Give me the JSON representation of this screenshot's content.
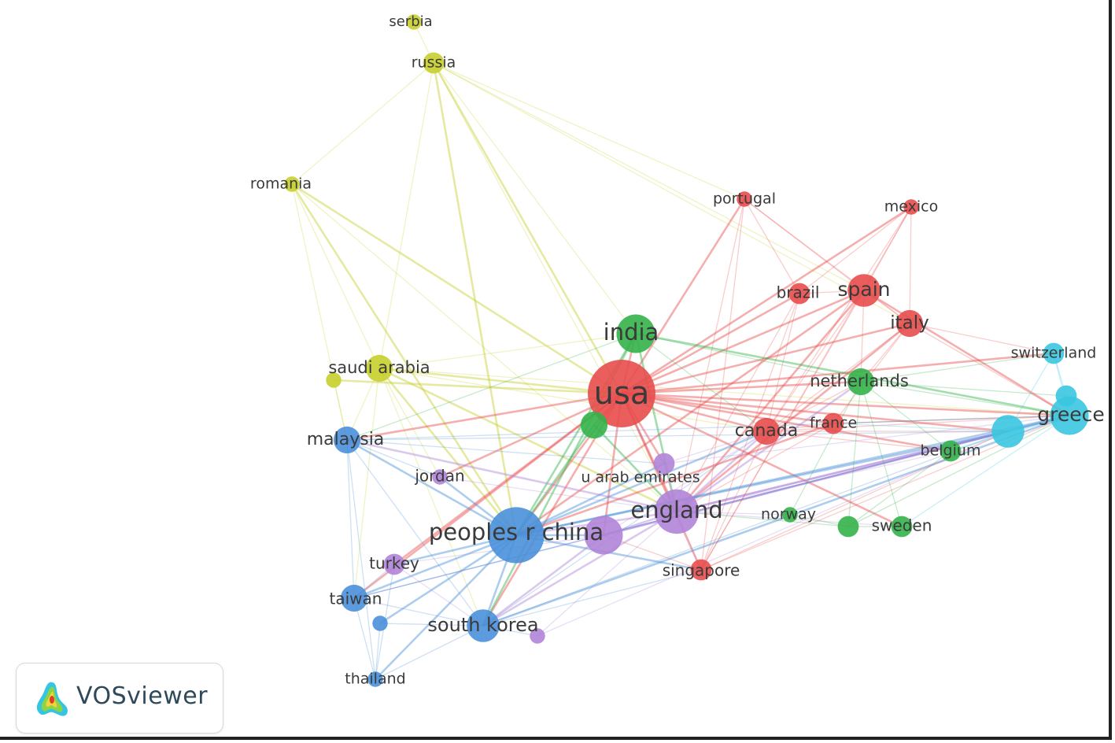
{
  "app": {
    "name": "VOSviewer"
  },
  "logo": {
    "icon": "vosviewer-logo-icon"
  },
  "clusters": {
    "red": "#e84c4c",
    "green": "#34b34a",
    "blue": "#4a90d9",
    "yellow": "#c8cf2e",
    "purple": "#b084d8",
    "cyan": "#3bc6e0"
  },
  "nodes": [
    {
      "id": "serbia",
      "label": "serbia",
      "cluster": "yellow",
      "weight": 1
    },
    {
      "id": "russia",
      "label": "russia",
      "cluster": "yellow",
      "weight": 2
    },
    {
      "id": "romania",
      "label": "romania",
      "cluster": "yellow",
      "weight": 1
    },
    {
      "id": "saudi_arabia",
      "label": "saudi arabia",
      "cluster": "yellow",
      "weight": 3
    },
    {
      "id": "yellow_small",
      "label": "",
      "cluster": "yellow",
      "weight": 1
    },
    {
      "id": "portugal",
      "label": "portugal",
      "cluster": "red",
      "weight": 1
    },
    {
      "id": "mexico",
      "label": "mexico",
      "cluster": "red",
      "weight": 1
    },
    {
      "id": "brazil",
      "label": "brazil",
      "cluster": "red",
      "weight": 2
    },
    {
      "id": "spain",
      "label": "spain",
      "cluster": "red",
      "weight": 4
    },
    {
      "id": "italy",
      "label": "italy",
      "cluster": "red",
      "weight": 3
    },
    {
      "id": "usa",
      "label": "usa",
      "cluster": "red",
      "weight": 10
    },
    {
      "id": "canada",
      "label": "canada",
      "cluster": "red",
      "weight": 3
    },
    {
      "id": "france",
      "label": "france",
      "cluster": "red",
      "weight": 2
    },
    {
      "id": "singapore",
      "label": "singapore",
      "cluster": "red",
      "weight": 2
    },
    {
      "id": "india",
      "label": "india",
      "cluster": "green",
      "weight": 5
    },
    {
      "id": "green_small",
      "label": "",
      "cluster": "green",
      "weight": 3
    },
    {
      "id": "netherlands",
      "label": "netherlands",
      "cluster": "green",
      "weight": 3
    },
    {
      "id": "norway",
      "label": "norway",
      "cluster": "green",
      "weight": 1
    },
    {
      "id": "sweden",
      "label": "sweden",
      "cluster": "green",
      "weight": 2
    },
    {
      "id": "green_mid",
      "label": "",
      "cluster": "green",
      "weight": 2
    },
    {
      "id": "belgium",
      "label": "belgium",
      "cluster": "green",
      "weight": 2
    },
    {
      "id": "malaysia",
      "label": "malaysia",
      "cluster": "blue",
      "weight": 3
    },
    {
      "id": "peoples_r_china",
      "label": "peoples r china",
      "cluster": "blue",
      "weight": 8
    },
    {
      "id": "taiwan",
      "label": "taiwan",
      "cluster": "blue",
      "weight": 3
    },
    {
      "id": "blue_small",
      "label": "",
      "cluster": "blue",
      "weight": 1
    },
    {
      "id": "south_korea",
      "label": "south korea",
      "cluster": "blue",
      "weight": 4
    },
    {
      "id": "thailand",
      "label": "thailand",
      "cluster": "blue",
      "weight": 1
    },
    {
      "id": "jordan",
      "label": "jordan",
      "cluster": "purple",
      "weight": 1
    },
    {
      "id": "u_arab_emirates",
      "label": "u arab emirates",
      "cluster": "purple",
      "weight": 2
    },
    {
      "id": "england",
      "label": "england",
      "cluster": "purple",
      "weight": 6
    },
    {
      "id": "purple_china",
      "label": "",
      "cluster": "purple",
      "weight": 5
    },
    {
      "id": "turkey",
      "label": "turkey",
      "cluster": "purple",
      "weight": 2
    },
    {
      "id": "purple_small",
      "label": "",
      "cluster": "purple",
      "weight": 1
    },
    {
      "id": "switzerland",
      "label": "switzerland",
      "cluster": "cyan",
      "weight": 2
    },
    {
      "id": "greece",
      "label": "greece",
      "cluster": "cyan",
      "weight": 5
    },
    {
      "id": "cyan_a",
      "label": "",
      "cluster": "cyan",
      "weight": 2
    },
    {
      "id": "cyan_b",
      "label": "",
      "cluster": "cyan",
      "weight": 4
    }
  ],
  "links": [
    [
      "serbia",
      "russia"
    ],
    [
      "russia",
      "romania"
    ],
    [
      "russia",
      "saudi_arabia"
    ],
    [
      "russia",
      "usa"
    ],
    [
      "russia",
      "india"
    ],
    [
      "russia",
      "portugal"
    ],
    [
      "russia",
      "peoples_r_china"
    ],
    [
      "russia",
      "england"
    ],
    [
      "russia",
      "spain"
    ],
    [
      "russia",
      "italy"
    ],
    [
      "romania",
      "saudi_arabia"
    ],
    [
      "romania",
      "malaysia"
    ],
    [
      "romania",
      "usa"
    ],
    [
      "romania",
      "peoples_r_china"
    ],
    [
      "romania",
      "england"
    ],
    [
      "saudi_arabia",
      "usa"
    ],
    [
      "saudi_arabia",
      "india"
    ],
    [
      "saudi_arabia",
      "malaysia"
    ],
    [
      "saudi_arabia",
      "peoples_r_china"
    ],
    [
      "saudi_arabia",
      "england"
    ],
    [
      "saudi_arabia",
      "south_korea"
    ],
    [
      "saudi_arabia",
      "greece"
    ],
    [
      "saudi_arabia",
      "canada"
    ],
    [
      "saudi_arabia",
      "taiwan"
    ],
    [
      "saudi_arabia",
      "jordan"
    ],
    [
      "yellow_small",
      "malaysia"
    ],
    [
      "yellow_small",
      "usa"
    ],
    [
      "portugal",
      "usa"
    ],
    [
      "portugal",
      "spain"
    ],
    [
      "portugal",
      "brazil"
    ],
    [
      "portugal",
      "italy"
    ],
    [
      "portugal",
      "england"
    ],
    [
      "mexico",
      "usa"
    ],
    [
      "mexico",
      "spain"
    ],
    [
      "mexico",
      "canada"
    ],
    [
      "mexico",
      "brazil"
    ],
    [
      "mexico",
      "italy"
    ],
    [
      "brazil",
      "usa"
    ],
    [
      "brazil",
      "spain"
    ],
    [
      "brazil",
      "england"
    ],
    [
      "brazil",
      "canada"
    ],
    [
      "spain",
      "usa"
    ],
    [
      "spain",
      "italy"
    ],
    [
      "spain",
      "england"
    ],
    [
      "spain",
      "canada"
    ],
    [
      "spain",
      "netherlands"
    ],
    [
      "spain",
      "greece"
    ],
    [
      "spain",
      "peoples_r_china"
    ],
    [
      "italy",
      "usa"
    ],
    [
      "italy",
      "england"
    ],
    [
      "italy",
      "greece"
    ],
    [
      "italy",
      "switzerland"
    ],
    [
      "italy",
      "france"
    ],
    [
      "italy",
      "canada"
    ],
    [
      "italy",
      "netherlands"
    ],
    [
      "usa",
      "india"
    ],
    [
      "usa",
      "green_small"
    ],
    [
      "usa",
      "peoples_r_china"
    ],
    [
      "usa",
      "england"
    ],
    [
      "usa",
      "canada"
    ],
    [
      "usa",
      "netherlands"
    ],
    [
      "usa",
      "france"
    ],
    [
      "usa",
      "greece"
    ],
    [
      "usa",
      "cyan_b"
    ],
    [
      "usa",
      "south_korea"
    ],
    [
      "usa",
      "malaysia"
    ],
    [
      "usa",
      "u_arab_emirates"
    ],
    [
      "usa",
      "singapore"
    ],
    [
      "usa",
      "taiwan"
    ],
    [
      "usa",
      "switzerland"
    ],
    [
      "usa",
      "belgium"
    ],
    [
      "usa",
      "jordan"
    ],
    [
      "usa",
      "turkey"
    ],
    [
      "usa",
      "purple_china"
    ],
    [
      "usa",
      "sweden"
    ],
    [
      "india",
      "peoples_r_china"
    ],
    [
      "india",
      "england"
    ],
    [
      "india",
      "malaysia"
    ],
    [
      "india",
      "south_korea"
    ],
    [
      "india",
      "canada"
    ],
    [
      "india",
      "netherlands"
    ],
    [
      "india",
      "greece"
    ],
    [
      "green_small",
      "peoples_r_china"
    ],
    [
      "green_small",
      "england"
    ],
    [
      "england",
      "peoples_r_china"
    ],
    [
      "england",
      "purple_china"
    ],
    [
      "england",
      "canada"
    ],
    [
      "england",
      "greece"
    ],
    [
      "england",
      "netherlands"
    ],
    [
      "england",
      "norway"
    ],
    [
      "england",
      "sweden"
    ],
    [
      "england",
      "singapore"
    ],
    [
      "england",
      "south_korea"
    ],
    [
      "england",
      "malaysia"
    ],
    [
      "england",
      "cyan_b"
    ],
    [
      "england",
      "u_arab_emirates"
    ],
    [
      "england",
      "belgium"
    ],
    [
      "peoples_r_china",
      "purple_china"
    ],
    [
      "peoples_r_china",
      "south_korea"
    ],
    [
      "peoples_r_china",
      "taiwan"
    ],
    [
      "peoples_r_china",
      "malaysia"
    ],
    [
      "peoples_r_china",
      "greece"
    ],
    [
      "peoples_r_china",
      "cyan_b"
    ],
    [
      "peoples_r_china",
      "canada"
    ],
    [
      "peoples_r_china",
      "singapore"
    ],
    [
      "peoples_r_china",
      "turkey"
    ],
    [
      "peoples_r_china",
      "thailand"
    ],
    [
      "peoples_r_china",
      "u_arab_emirates"
    ],
    [
      "peoples_r_china",
      "blue_small"
    ],
    [
      "peoples_r_china",
      "jordan"
    ],
    [
      "purple_china",
      "south_korea"
    ],
    [
      "purple_china",
      "taiwan"
    ],
    [
      "purple_china",
      "greece"
    ],
    [
      "purple_china",
      "cyan_b"
    ],
    [
      "purple_china",
      "turkey"
    ],
    [
      "purple_china",
      "canada"
    ],
    [
      "south_korea",
      "taiwan"
    ],
    [
      "south_korea",
      "malaysia"
    ],
    [
      "south_korea",
      "greece"
    ],
    [
      "south_korea",
      "cyan_b"
    ],
    [
      "south_korea",
      "thailand"
    ],
    [
      "south_korea",
      "blue_small"
    ],
    [
      "south_korea",
      "purple_small"
    ],
    [
      "south_korea",
      "canada"
    ],
    [
      "south_korea",
      "singapore"
    ],
    [
      "taiwan",
      "malaysia"
    ],
    [
      "taiwan",
      "thailand"
    ],
    [
      "taiwan",
      "turkey"
    ],
    [
      "taiwan",
      "greece"
    ],
    [
      "taiwan",
      "cyan_b"
    ],
    [
      "malaysia",
      "thailand"
    ],
    [
      "malaysia",
      "jordan"
    ],
    [
      "malaysia",
      "greece"
    ],
    [
      "malaysia",
      "cyan_b"
    ],
    [
      "malaysia",
      "u_arab_emirates"
    ],
    [
      "thailand",
      "blue_small"
    ],
    [
      "thailand",
      "turkey"
    ],
    [
      "canada",
      "greece"
    ],
    [
      "canada",
      "netherlands"
    ],
    [
      "canada",
      "france"
    ],
    [
      "canada",
      "singapore"
    ],
    [
      "canada",
      "cyan_b"
    ],
    [
      "canada",
      "belgium"
    ],
    [
      "netherlands",
      "greece"
    ],
    [
      "netherlands",
      "cyan_a"
    ],
    [
      "netherlands",
      "green_mid"
    ],
    [
      "netherlands",
      "sweden"
    ],
    [
      "netherlands",
      "belgium"
    ],
    [
      "netherlands",
      "switzerland"
    ],
    [
      "netherlands",
      "norway"
    ],
    [
      "green_mid",
      "sweden"
    ],
    [
      "green_mid",
      "greece"
    ],
    [
      "green_mid",
      "belgium"
    ],
    [
      "green_mid",
      "england"
    ],
    [
      "green_mid",
      "norway"
    ],
    [
      "greece",
      "cyan_a"
    ],
    [
      "greece",
      "cyan_b"
    ],
    [
      "greece",
      "switzerland"
    ],
    [
      "greece",
      "belgium"
    ],
    [
      "greece",
      "sweden"
    ],
    [
      "greece",
      "france"
    ],
    [
      "cyan_b",
      "belgium"
    ],
    [
      "cyan_b",
      "switzerland"
    ],
    [
      "cyan_b",
      "france"
    ],
    [
      "cyan_a",
      "switzerland"
    ],
    [
      "france",
      "greece"
    ],
    [
      "france",
      "england"
    ],
    [
      "france",
      "peoples_r_china"
    ],
    [
      "singapore",
      "greece"
    ],
    [
      "singapore",
      "cyan_b"
    ],
    [
      "singapore",
      "purple_china"
    ],
    [
      "u_arab_emirates",
      "england"
    ],
    [
      "u_arab_emirates",
      "canada"
    ],
    [
      "u_arab_emirates",
      "greece"
    ],
    [
      "jordan",
      "england"
    ],
    [
      "turkey",
      "south_korea"
    ],
    [
      "purple_small",
      "england"
    ],
    [
      "purple_small",
      "cyan_b"
    ],
    [
      "mexico",
      "singapore"
    ],
    [
      "portugal",
      "singapore"
    ],
    [
      "brazil",
      "singapore"
    ],
    [
      "spain",
      "singapore"
    ]
  ]
}
